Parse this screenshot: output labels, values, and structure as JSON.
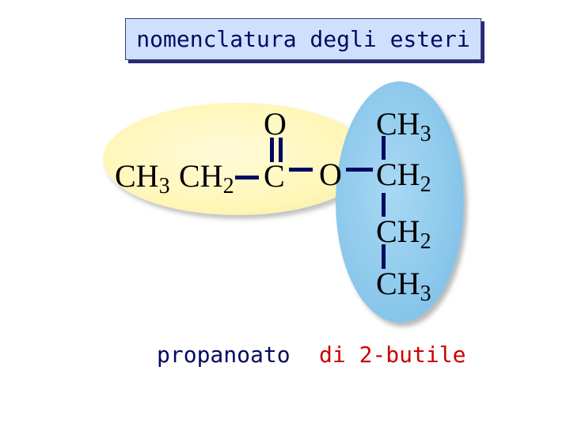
{
  "title": "nomenclatura degli esteri",
  "structure": {
    "acid_part": {
      "ch3": "CH",
      "ch3_sub": "3",
      "ch2": "CH",
      "ch2_sub": "2",
      "carbonyl_c": "C",
      "carbonyl_o": "O"
    },
    "ester_o": "O",
    "alcohol_part": {
      "c1": "CH",
      "c1_sub": "3",
      "c2": "CH",
      "c2_sub": "2",
      "c3": "CH",
      "c3_sub": "2",
      "c4": "CH",
      "c4_sub": "3"
    }
  },
  "caption": {
    "acid_name": "propanoato",
    "alcohol_name": "di 2-butile"
  },
  "colors": {
    "acid_region": "#fff6b8",
    "alcohol_region": "#8cc8ec",
    "title_bg": "#cfe0ff",
    "acid_text": "#000a60",
    "alcohol_text": "#cc0000"
  }
}
